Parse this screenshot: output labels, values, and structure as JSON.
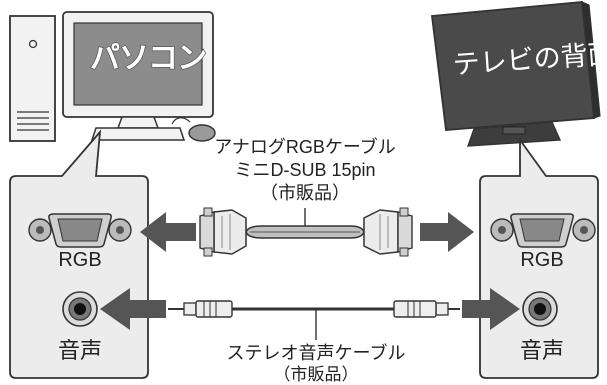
{
  "pc": {
    "screen_label": "パソコン"
  },
  "tv": {
    "screen_label": "テレビの背面"
  },
  "left_panel": {
    "rgb_label": "RGB",
    "audio_label": "音声"
  },
  "right_panel": {
    "rgb_label": "RGB",
    "audio_label": "音声"
  },
  "rgb_cable": {
    "line1": "アナログRGBケーブル",
    "line2": "ミニD-SUB 15pin",
    "line3": "（市販品）"
  },
  "audio_cable": {
    "line1": "ステレオ音声ケーブル",
    "line2": "（市販品）"
  },
  "colors": {
    "panel_fill": "#ececec",
    "outline": "#333333",
    "arrow": "#555555",
    "tv_screen": "#4a4a4a",
    "pc_screen": "#8c8c8c"
  }
}
